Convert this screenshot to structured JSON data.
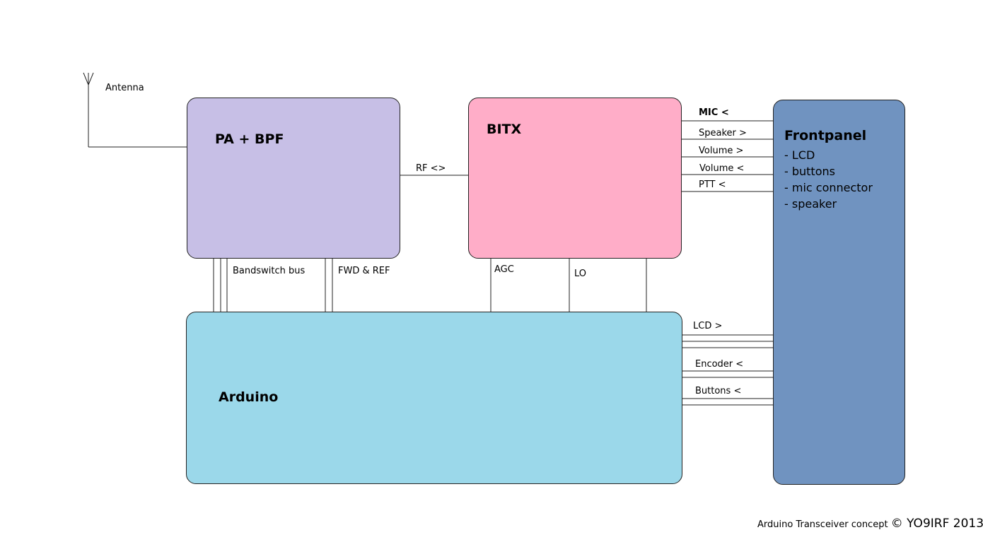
{
  "blocks": {
    "pa_bpf": {
      "title": "PA + BPF",
      "color": "#c7bfe6"
    },
    "bitx": {
      "title": "BITX",
      "color": "#ffadc8"
    },
    "arduino": {
      "title": "Arduino",
      "color": "#9bd8ea"
    },
    "frontpanel": {
      "title": "Frontpanel",
      "color": "#7093c0",
      "items": [
        "- LCD",
        "- buttons",
        "- mic connector",
        "- speaker"
      ]
    }
  },
  "labels": {
    "antenna": "Antenna",
    "rf": "RF <>",
    "mic": "MIC <",
    "speaker": "Speaker >",
    "volume_up": "Volume >",
    "volume_down": "Volume <",
    "ptt": "PTT <",
    "bandswitch": "Bandswitch bus",
    "fwd_ref": "FWD & REF",
    "agc": "AGC",
    "lo": "LO",
    "lcd": "LCD >",
    "encoder": "Encoder <",
    "buttons": "Buttons <"
  },
  "footer": {
    "text": "Arduino Transceiver concept",
    "copyright": "© YO9IRF 2013"
  }
}
